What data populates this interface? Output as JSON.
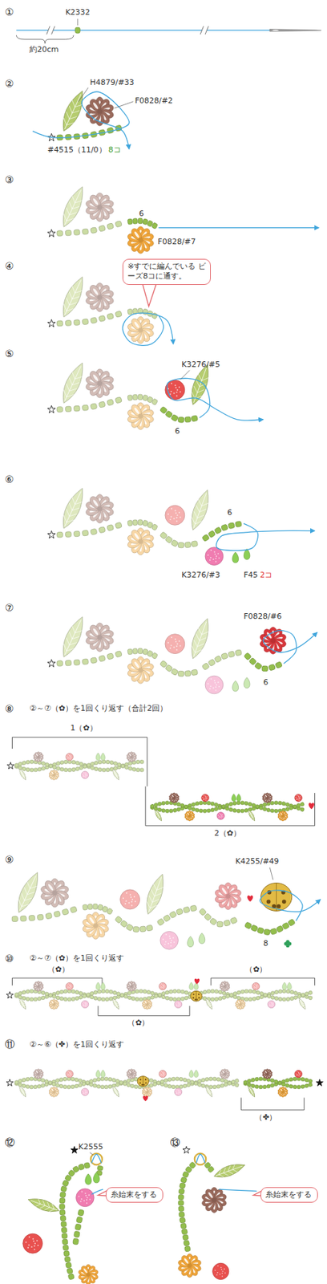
{
  "diagram": {
    "nodes": [
      {
        "text": [
          "※すでに編んでいる ビーズ8コに通す。"
        ]
      },
      {
        "text": [
          "糸始末をする"
        ]
      },
      {
        "text": [
          "糸始末をする"
        ]
      }
    ],
    "labels": [
      "①",
      "K2332",
      "約20cm",
      "②",
      "H4879/#33",
      "F0828/#2",
      "#4515（11/0）",
      "8コ",
      "③",
      "F0828/#7",
      "6",
      "④",
      "⑤",
      "K3276/#5",
      "6",
      "⑥",
      "6",
      "K3276/#3",
      "F45",
      "2コ",
      "⑦",
      "F0828/#6",
      "6",
      "⑧",
      "②～⑦（✿）を1回くり返す（合計2回）",
      "1（✿）",
      "2（✿）",
      "⑨",
      "K4255/#49",
      "8",
      "⑩",
      "②～⑦（✿）を1回くり返す",
      "（✿）",
      "（✿）",
      "（✿）",
      "⑪",
      "②～⑥（✤）を1回くり返す",
      "（✤）",
      "⑫",
      "K2555",
      "⑬"
    ]
  }
}
